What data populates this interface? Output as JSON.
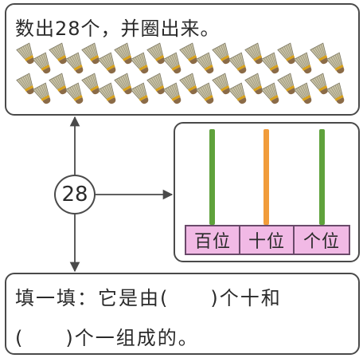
{
  "top": {
    "title": "数出28个，并圈出来。",
    "shuttlecock_count": 40,
    "shuttlecock_colors": {
      "feather": "#c8c2a6",
      "band": "#d9a21b",
      "cork": "#8b6b47"
    }
  },
  "center": {
    "number": "28"
  },
  "abacus": {
    "rods": [
      {
        "name": "hundreds",
        "color": "#5fa23c"
      },
      {
        "name": "tens",
        "color": "#f19c3a"
      },
      {
        "name": "ones",
        "color": "#5fa23c"
      }
    ],
    "labels": [
      "百位",
      "十位",
      "个位"
    ],
    "label_bg": "#f1b9e5"
  },
  "fill": {
    "line1": "填一填：它是由(　　)个十和",
    "line2": "(　　)个一组成的。"
  }
}
